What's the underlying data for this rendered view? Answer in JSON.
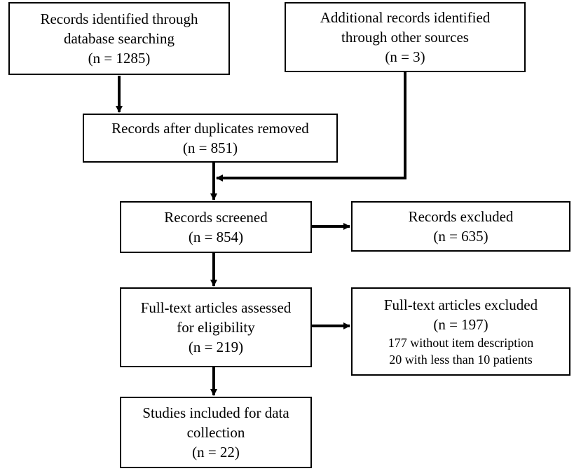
{
  "boxes": {
    "database": {
      "line1": "Records identified through",
      "line2": "database searching",
      "line3": "(n = 1285)"
    },
    "other": {
      "line1": "Additional records identified",
      "line2": "through other sources",
      "line3": "(n = 3)"
    },
    "duplicates": {
      "line1": "Records after duplicates removed",
      "line2": "(n = 851)"
    },
    "screened": {
      "line1": "Records screened",
      "line2": "(n = 854)"
    },
    "excluded": {
      "line1": "Records excluded",
      "line2": "(n = 635)"
    },
    "fulltext": {
      "line1": "Full-text articles assessed",
      "line2": "for eligibility",
      "line3": "(n = 219)"
    },
    "fulltext_excluded": {
      "line1": "Full-text articles excluded",
      "line2": "(n = 197)",
      "line3": "177 without item description",
      "line4": "20 with less than 10 patients"
    },
    "included": {
      "line1": "Studies included for data",
      "line2": "collection",
      "line3": "(n = 22)"
    }
  },
  "colors": {
    "stroke": "#000000",
    "background": "#ffffff"
  }
}
